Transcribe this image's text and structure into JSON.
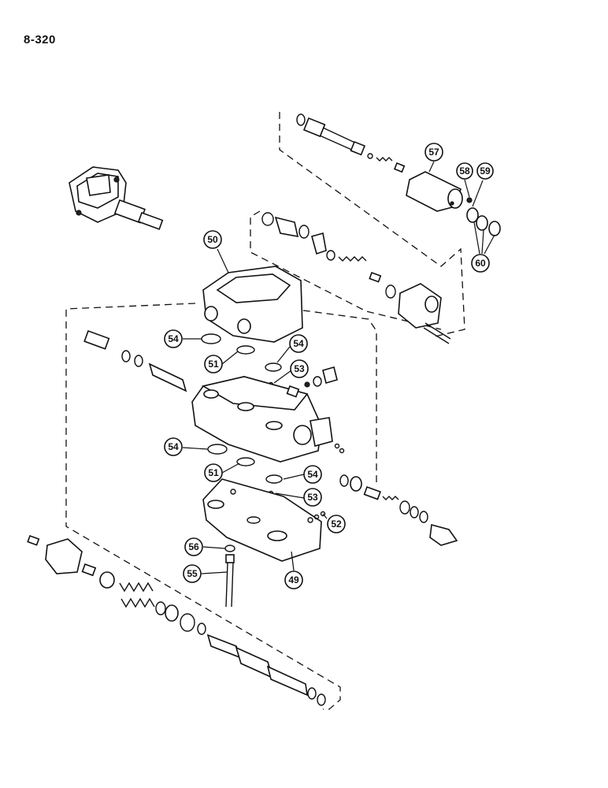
{
  "page": {
    "number": "8-320"
  },
  "callouts": [
    {
      "id": "57",
      "label": "57"
    },
    {
      "id": "58",
      "label": "58"
    },
    {
      "id": "59",
      "label": "59"
    },
    {
      "id": "60",
      "label": "60"
    },
    {
      "id": "50",
      "label": "50"
    },
    {
      "id": "54a",
      "label": "54"
    },
    {
      "id": "51a",
      "label": "51"
    },
    {
      "id": "54b",
      "label": "54"
    },
    {
      "id": "53a",
      "label": "53"
    },
    {
      "id": "54c",
      "label": "54"
    },
    {
      "id": "51b",
      "label": "51"
    },
    {
      "id": "54d",
      "label": "54"
    },
    {
      "id": "53b",
      "label": "53"
    },
    {
      "id": "52",
      "label": "52"
    },
    {
      "id": "56",
      "label": "56"
    },
    {
      "id": "55",
      "label": "55"
    },
    {
      "id": "49",
      "label": "49"
    }
  ]
}
